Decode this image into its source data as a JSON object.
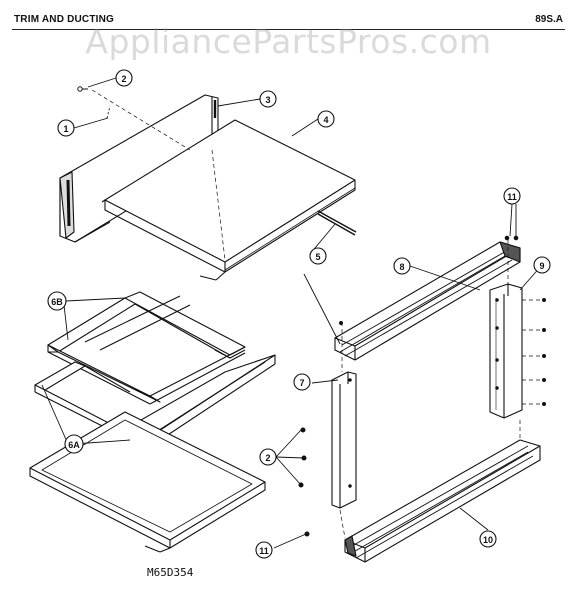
{
  "header": {
    "section_title": "TRIM AND DUCTING",
    "page_code": "89S.A"
  },
  "watermark": "AppliancePartsPros.com",
  "diagram_code": "M65D354",
  "callouts": {
    "c1": "1",
    "c2a": "2",
    "c3": "3",
    "c4": "4",
    "c5": "5",
    "c6b": "6B",
    "c6a": "6A",
    "c7": "7",
    "c8": "8",
    "c9": "9",
    "c10": "10",
    "c11a": "11",
    "c2b": "2",
    "c11b": "11"
  }
}
